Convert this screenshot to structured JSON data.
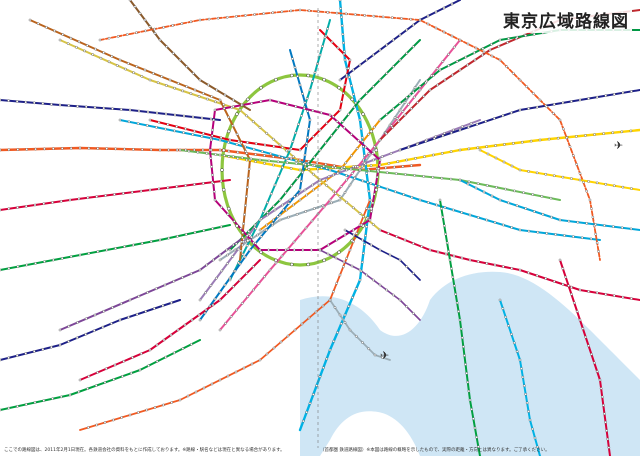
{
  "title": "東京広域路線図",
  "footnotes": {
    "left": "ここでの路線図は、2011年2月1日現在。各鉄道会社の資料をもとに作成しております。※路線・駅名などは現在と異なる場合があります。",
    "right": "（首都圏 鉄道路線図）※本図は路線の概略を示したもので、実際の距離・方向とは異なります。ご了承ください。"
  },
  "icons": {
    "airport_icon": "airplane"
  },
  "colors": {
    "water": "#cfe6f5",
    "land": "#ffffff",
    "yamanote": "#8dc63f",
    "chuo": "#f15a22",
    "keihin": "#00b2e5",
    "sobu": "#ffd400",
    "metro_ginza": "#f39700",
    "metro_marunouchi": "#e60012",
    "metro_hibiya": "#9caeb7",
    "metro_tozai": "#00a7db",
    "metro_chiyoda": "#009944",
    "metro_yurakucho": "#d7c447",
    "metro_hanzomon": "#9b7cb6",
    "metro_namboku": "#00ada9",
    "metro_fukutoshin": "#bb641d",
    "toei_asakusa": "#e85298",
    "toei_mita": "#0079c2",
    "toei_shinjuku": "#6cbb5a",
    "toei_oedo": "#b6007a",
    "private_blue": "#1d2088",
    "private_red": "#d7003a",
    "private_green": "#00a040",
    "private_purple": "#7d4698",
    "private_brown": "#8b5a2b",
    "tsukuba": "#c1272d"
  }
}
